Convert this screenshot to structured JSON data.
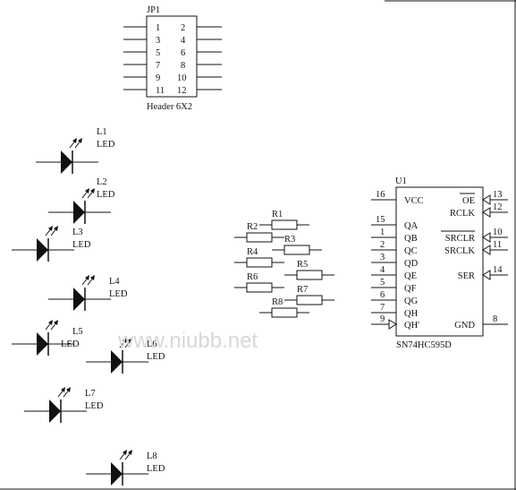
{
  "header": {
    "ref": "JP1",
    "name": "Header 6X2",
    "pins_left": [
      "1",
      "3",
      "5",
      "7",
      "9",
      "11"
    ],
    "pins_right": [
      "2",
      "4",
      "6",
      "8",
      "10",
      "12"
    ]
  },
  "leds": [
    {
      "ref": "L1",
      "type": "LED"
    },
    {
      "ref": "L2",
      "type": "LED"
    },
    {
      "ref": "L3",
      "type": "LED"
    },
    {
      "ref": "L4",
      "type": "LED"
    },
    {
      "ref": "L5",
      "type": "LED"
    },
    {
      "ref": "L6",
      "type": "LED"
    },
    {
      "ref": "L7",
      "type": "LED"
    },
    {
      "ref": "L8",
      "type": "LED"
    }
  ],
  "resistors": [
    "R1",
    "R2",
    "R3",
    "R4",
    "R5",
    "R6",
    "R7",
    "R8"
  ],
  "ic": {
    "ref": "U1",
    "part": "SN74HC595D",
    "left_pins": [
      {
        "num": "16",
        "name": "VCC"
      },
      {
        "num": "15",
        "name": "QA"
      },
      {
        "num": "1",
        "name": "QB"
      },
      {
        "num": "2",
        "name": "QC"
      },
      {
        "num": "3",
        "name": "QD"
      },
      {
        "num": "4",
        "name": "QE"
      },
      {
        "num": "5",
        "name": "QF"
      },
      {
        "num": "6",
        "name": "QG"
      },
      {
        "num": "7",
        "name": "QH"
      },
      {
        "num": "9",
        "name": "QH'"
      }
    ],
    "right_pins": [
      {
        "num": "13",
        "name": "OE"
      },
      {
        "num": "12",
        "name": "RCLK"
      },
      {
        "num": "10",
        "name": "SRCLR"
      },
      {
        "num": "11",
        "name": "SRCLK"
      },
      {
        "num": "14",
        "name": "SER"
      },
      {
        "num": "8",
        "name": "GND"
      }
    ]
  },
  "watermark": "www.niubb.net"
}
